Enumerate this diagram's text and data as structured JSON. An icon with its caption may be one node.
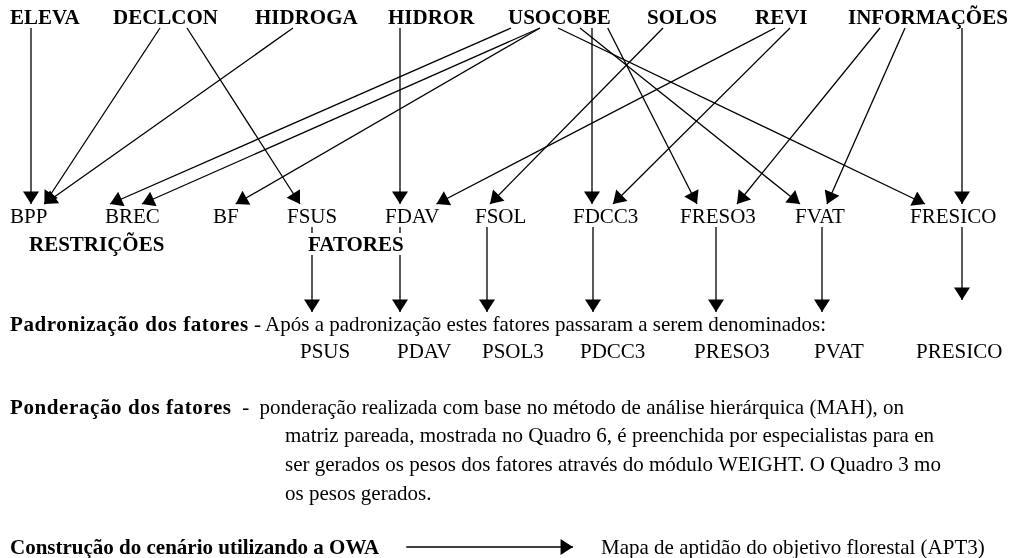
{
  "diagram": {
    "nodes": [
      {
        "text": [
          "ELEVA"
        ]
      },
      {
        "text": [
          "DECLCON"
        ]
      },
      {
        "text": [
          "HIDROGA"
        ]
      },
      {
        "text": [
          "HIDROR"
        ]
      },
      {
        "text": [
          "USOCOBE"
        ]
      },
      {
        "text": [
          "SOLOS"
        ]
      },
      {
        "text": [
          "REVI"
        ]
      },
      {
        "text": [
          "INFORMAÇÕES"
        ]
      },
      {
        "text": [
          "BPP"
        ]
      },
      {
        "text": [
          "BREC"
        ]
      },
      {
        "text": [
          "BF"
        ]
      },
      {
        "text": [
          "FSUS"
        ]
      },
      {
        "text": [
          "FDAV"
        ]
      },
      {
        "text": [
          "FSOL"
        ]
      },
      {
        "text": [
          "FDCC3"
        ]
      },
      {
        "text": [
          "FRESO3"
        ]
      },
      {
        "text": [
          "FVAT"
        ]
      },
      {
        "text": [
          "FRESICO"
        ]
      },
      {
        "text": [
          "**Padronização dos fatores** - Após a padronização estes fatores passaram a serem denominados:"
        ]
      },
      {
        "text": [
          "Construção do cenário utilizando a OWA"
        ]
      },
      {
        "text": [
          "Mapa de aptidão do objetivo florestal (APT3)"
        ]
      }
    ],
    "edges": [
      {
        "from": 0,
        "to": 8,
        "arrow": "to"
      },
      {
        "from": 1,
        "to": 8,
        "arrow": "to"
      },
      {
        "from": 2,
        "to": 8,
        "arrow": "to"
      },
      {
        "from": 4,
        "to": 9,
        "arrow": "to"
      },
      {
        "from": 4,
        "to": 9,
        "arrow": "to"
      },
      {
        "from": 4,
        "to": 10,
        "arrow": "to"
      },
      {
        "from": 1,
        "to": 11,
        "arrow": "to"
      },
      {
        "from": 3,
        "to": 12,
        "arrow": "to"
      },
      {
        "from": 6,
        "to": 12,
        "arrow": "to"
      },
      {
        "from": 5,
        "to": 13,
        "arrow": "to"
      },
      {
        "from": 4,
        "to": 14,
        "arrow": "to"
      },
      {
        "from": 6,
        "to": 14,
        "arrow": "to"
      },
      {
        "from": 4,
        "to": 15,
        "arrow": "to"
      },
      {
        "from": 7,
        "to": 15,
        "arrow": "to"
      },
      {
        "from": 4,
        "to": 16,
        "arrow": "to"
      },
      {
        "from": 7,
        "to": 16,
        "arrow": "to"
      },
      {
        "from": 4,
        "to": 17,
        "arrow": "to"
      },
      {
        "from": 7,
        "to": 17,
        "arrow": "to"
      },
      {
        "from": 11,
        "to": 18,
        "arrow": "to"
      },
      {
        "from": 12,
        "to": 18,
        "arrow": "to"
      },
      {
        "from": 13,
        "to": 18,
        "arrow": "to"
      },
      {
        "from": 14,
        "to": 18,
        "arrow": "to"
      },
      {
        "from": 15,
        "to": 18,
        "arrow": "to"
      },
      {
        "from": 16,
        "to": 18,
        "arrow": "to"
      },
      {
        "from": 17,
        "to": null,
        "arrow": "to"
      },
      {
        "from": 19,
        "to": 20,
        "arrow": "to"
      }
    ],
    "labels": [
      "RESTRIÇÕES",
      "FATORES",
      "PSUS",
      "PDAV",
      "PSOL3",
      "PDCC3",
      "PRESO3",
      "PVAT",
      "PRESICO",
      "**Ponderação dos fatores**  -  ponderação realizada com base no método de análise hierárquica (MAH), on",
      "matriz pareada, mostrada no Quadro 6, é preenchida por especialistas para en",
      "ser gerados os pesos dos fatores através do módulo WEIGHT. O Quadro 3 mo",
      "os pesos gerados."
    ]
  }
}
